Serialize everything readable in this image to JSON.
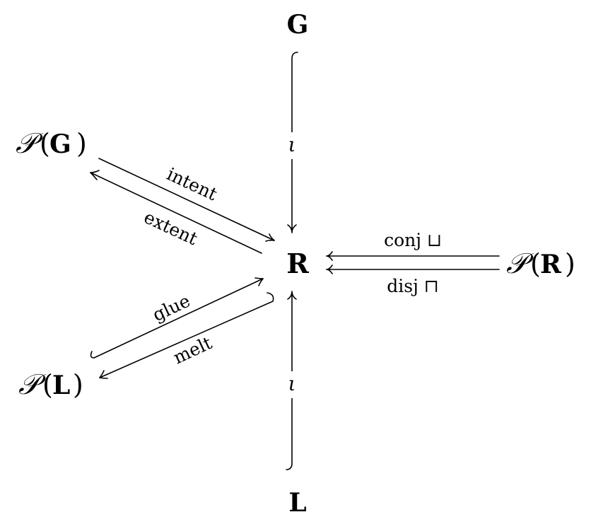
{
  "nodes": {
    "g": "G",
    "r": "R",
    "l": "L",
    "pg_script": "𝒫",
    "pg_open": "(",
    "pg_inner": "G",
    "pg_close": ")",
    "pr_script": "𝒫",
    "pr_open": "(",
    "pr_inner": "R",
    "pr_close": ")",
    "pl_script": "𝒫",
    "pl_open": "(",
    "pl_inner": "L",
    "pl_close": ")"
  },
  "edges": {
    "iota_top": "ι",
    "iota_bottom": "ι",
    "intent": "intent",
    "extent": "extent",
    "glue": "glue",
    "melt": "melt",
    "conj": "conj ⊔",
    "disj": "disj ⊓"
  }
}
